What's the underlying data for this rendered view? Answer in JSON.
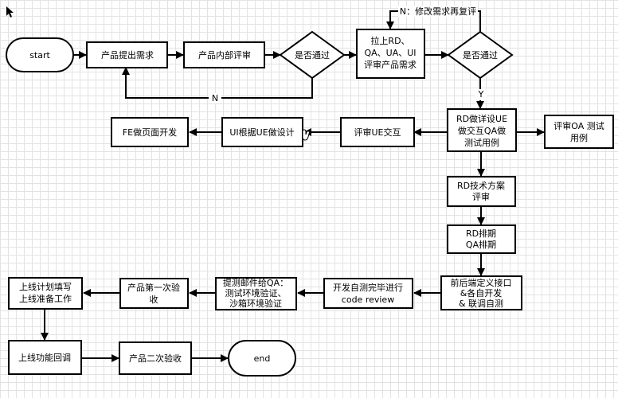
{
  "nodes": {
    "start": "start",
    "req_raise": "产品提出需求",
    "internal_review": "产品内部评审",
    "decision1": "是否通过",
    "cross_review": [
      "拉上RD、",
      "QA、UA、UI",
      "评审产品需求"
    ],
    "decision2": "是否通过",
    "detail_design": [
      "RD做详设UE",
      "做交互QA做",
      "测试用例"
    ],
    "review_qa": [
      "评审OA 测试",
      "用例"
    ],
    "review_ue": "评审UE交互",
    "ui_design": "UI根据UE做设计",
    "fe_dev": "FE做页面开发",
    "tech_review": [
      "RD技术方案",
      "评审"
    ],
    "schedule": [
      "RD排期",
      "QA排期"
    ],
    "interface_dev": [
      "前后端定义接口",
      "&各自开发",
      "& 联调自测"
    ],
    "code_review": [
      "开发自测完毕进行",
      "code review"
    ],
    "mail_qa": [
      "提测邮件给QA：",
      "测试环境验证、",
      "沙箱环境验证"
    ],
    "first_accept": [
      "产品第一次验",
      "收"
    ],
    "launch_plan": [
      "上线计划填写",
      "上线准备工作"
    ],
    "launch_check": "上线功能回调",
    "second_accept": "产品二次验收",
    "end": "end"
  },
  "edge_labels": {
    "no_1": "N",
    "no_2": "N：修改需求再复评",
    "yes": "Y"
  }
}
